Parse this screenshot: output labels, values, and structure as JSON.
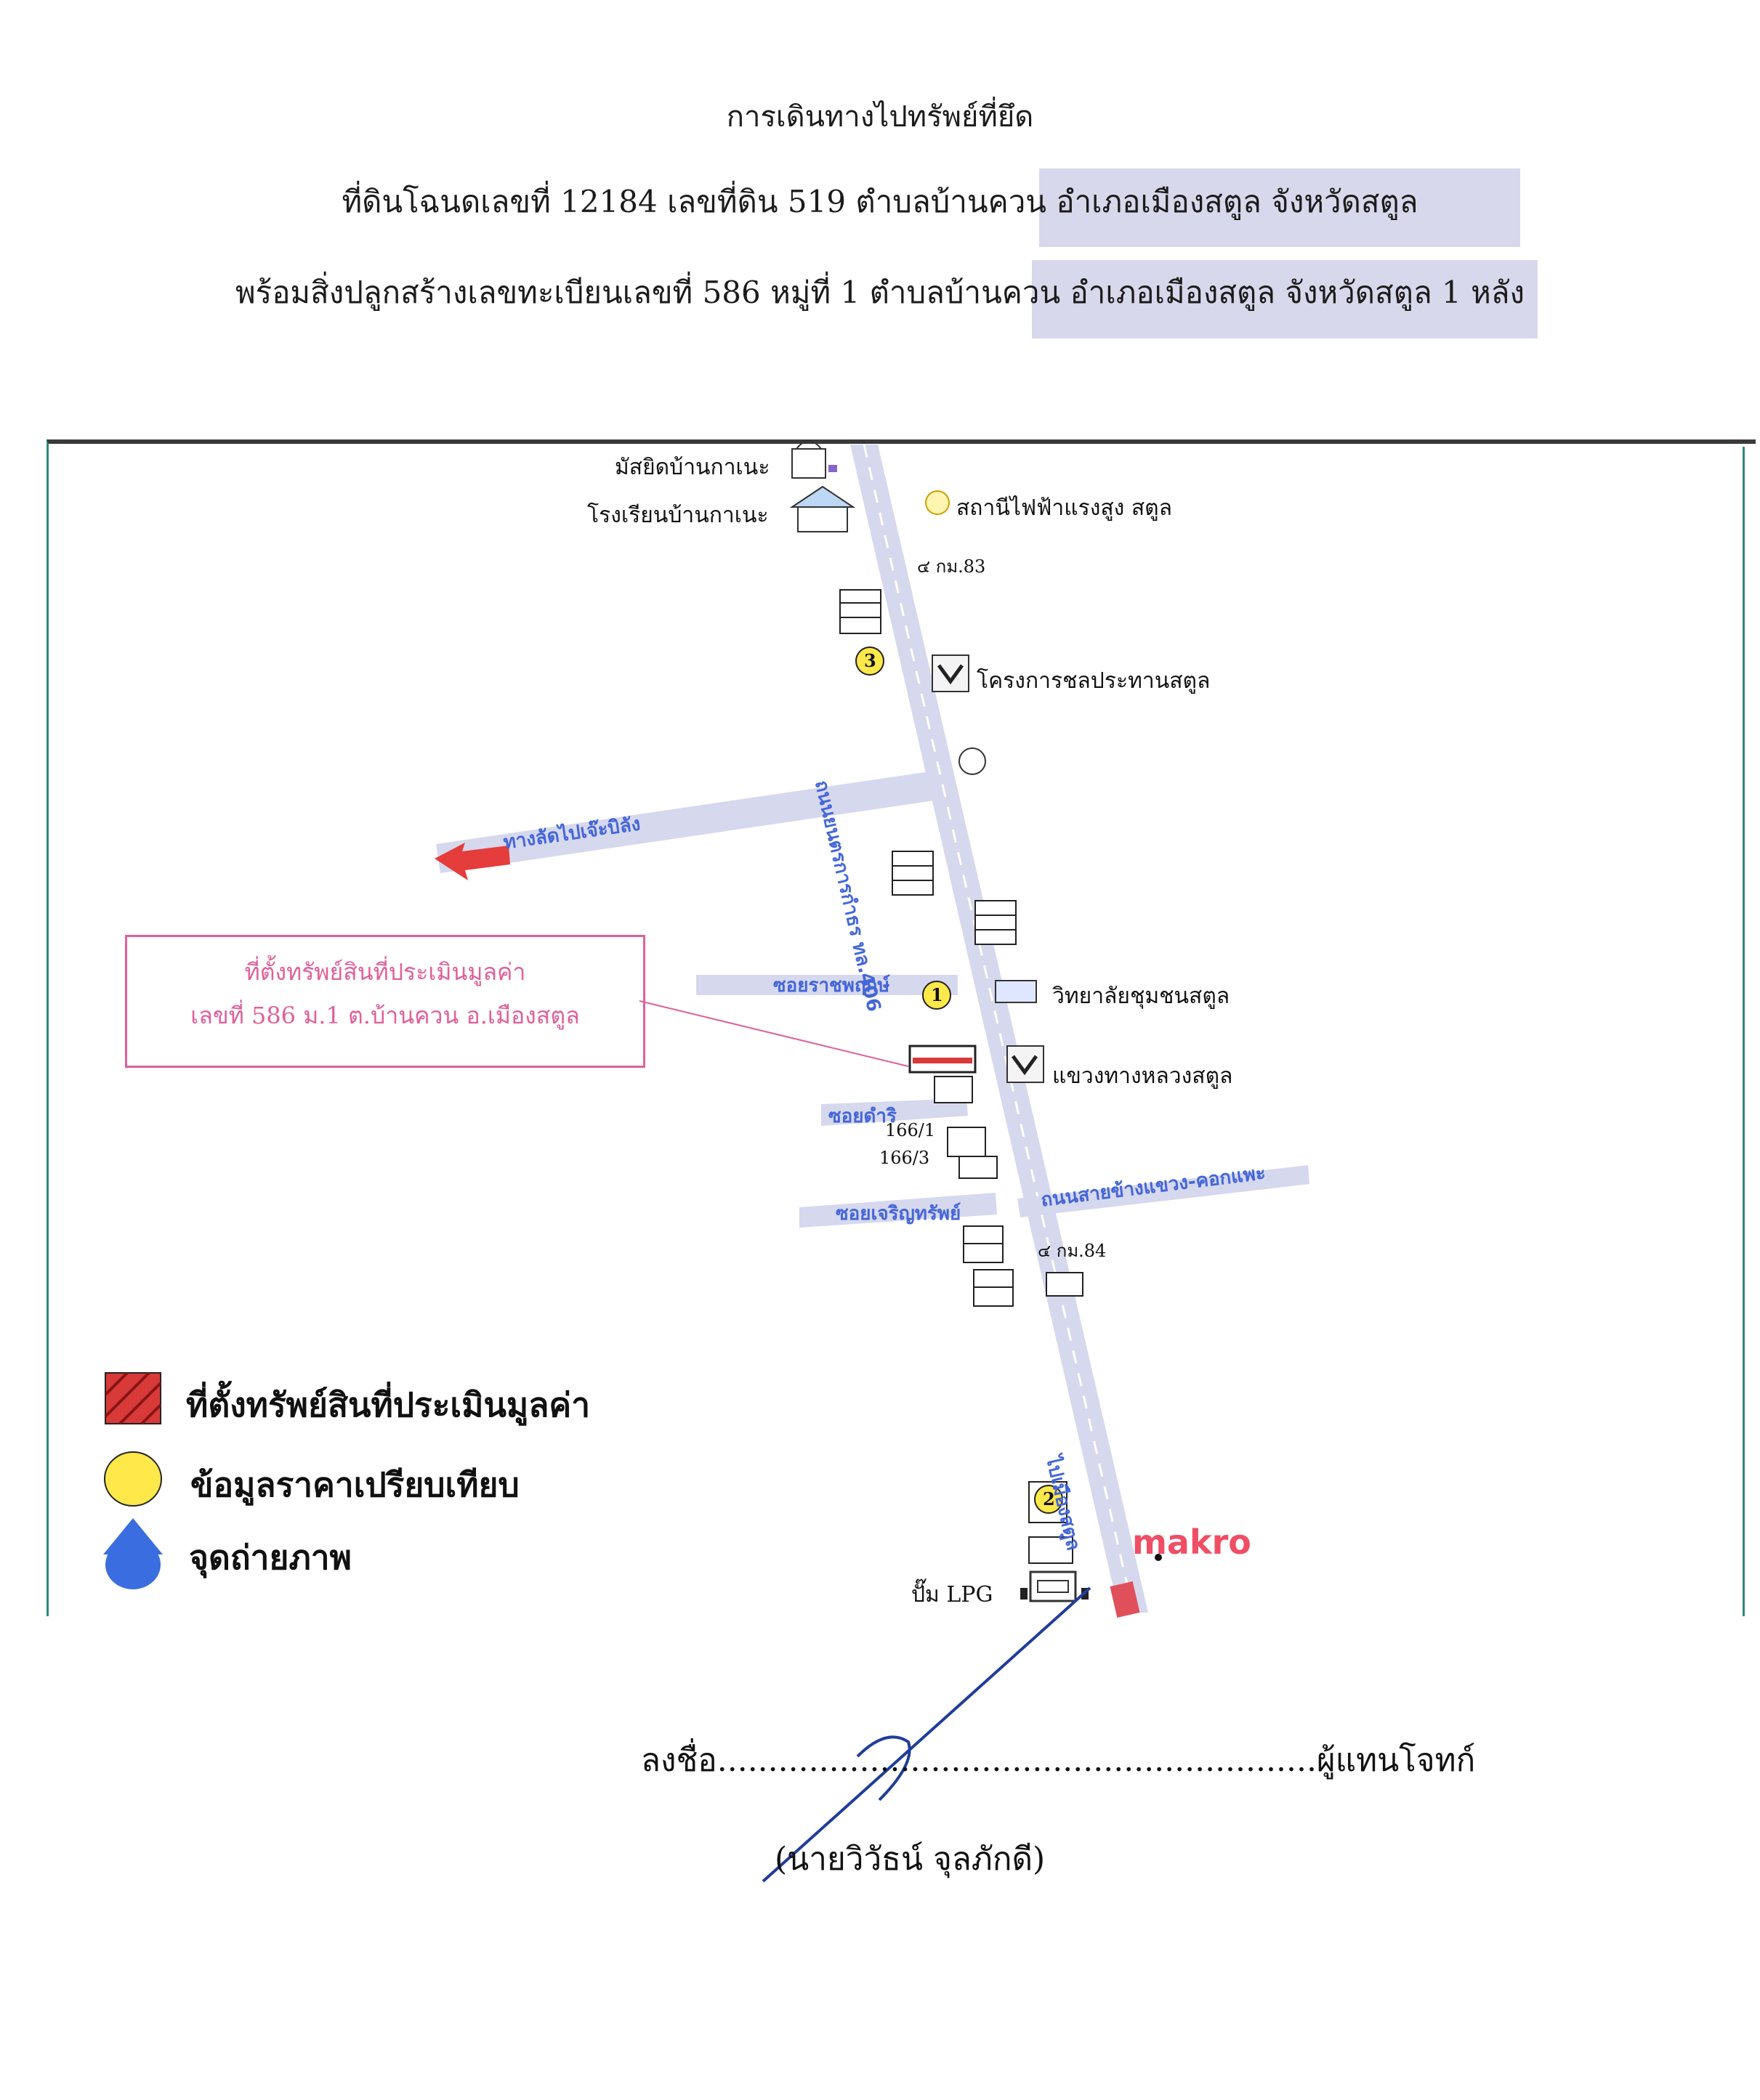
{
  "header": {
    "title": "การเดินทางไปทรัพย์ที่ยึด",
    "line2": "ที่ดินโฉนดเลขที่  12184 เลขที่ดิน 519 ตำบลบ้านควน อำเภอเมืองสตูล จังหวัดสตูล",
    "line3": "พร้อมสิ่งปลูกสร้างเลขทะเบียนเลขที่ 586 หมู่ที่ 1 ตำบลบ้านควน อำเภอเมืองสตูล จังหวัดสตูล 1 หลัง"
  },
  "map": {
    "landmarks": {
      "mosque": "มัสยิดบ้านกาเนะ",
      "school": "โรงเรียนบ้านกาเนะ",
      "substation": "สถานีไฟฟ้าแรงสูง สตูล",
      "km83": "๔ กม.83",
      "irrigation": "โครงการชลประทานสตูล",
      "college": "วิทยาลัยชุมชนสตูล",
      "highways": "แขวงทางหลวงสตูล",
      "km84": "๔ กม.84",
      "lpg": "ปั๊ม LPG",
      "makro": "makro",
      "house1": "166/1",
      "house3": "166/3"
    },
    "roads": {
      "main": "ถนนยนตรการกำธร ทล.406",
      "shortcut": "ทางลัดไปเจ๊ะบิลัง",
      "soi_rat": "ซอยราชพฤกษ์",
      "soi_dam": "ซอยดำริ",
      "soi_charoen": "ซอยเจริญทรัพย์",
      "khok_phe": "ถนนสายข้างแขวง-คอกแพะ",
      "to_city": "ไปเมืองสตูล"
    },
    "markers": {
      "m1": "1",
      "m2": "2",
      "m3": "3"
    },
    "callout": {
      "line1": "ที่ตั้งทรัพย์สินที่ประเมินมูลค่า",
      "line2": "เลขที่ 586 ม.1 ต.บ้านควน อ.เมืองสตูล"
    },
    "colors": {
      "road": "#d6d8ee",
      "road_text": "#4466d8",
      "callout": "#e0609a",
      "property": "#d83a3a",
      "comparison": "#ffe84a",
      "photo_point": "#3a6ee0"
    }
  },
  "legend": {
    "property": "ที่ตั้งทรัพย์สินที่ประเมินมูลค่า",
    "comparison": "ข้อมูลราคาเปรียบเทียบ",
    "photo": "จุดถ่ายภาพ"
  },
  "signature": {
    "line": "ลงชื่อ...........................................................ผู้แทนโจทก์",
    "name": "(นายวิวัธน์ จุลภักดี)"
  }
}
